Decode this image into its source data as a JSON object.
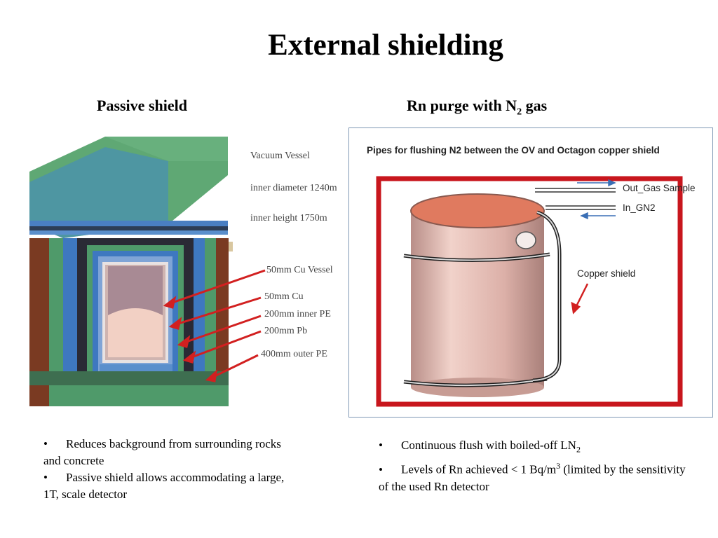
{
  "title": "External shielding",
  "left": {
    "heading": "Passive shield",
    "diagram_labels": {
      "vacuum_vessel": "Vacuum Vessel",
      "inner_diameter": "inner diameter 1240m",
      "inner_height": "inner height    1750m",
      "cu_vessel": "50mm Cu Vessel",
      "cu": "50mm Cu",
      "inner_pe": "200mm  inner PE",
      "pb": "200mm Pb",
      "outer_pe": "400mm outer PE"
    },
    "bullets": [
      "Reduces background from surrounding rocks and concrete",
      "Passive shield allows accommodating a large, 1T, scale detector"
    ]
  },
  "right": {
    "heading_main": "Rn purge with N",
    "heading_sub": "2",
    "heading_tail": " gas",
    "diagram_labels": {
      "caption": "Pipes for flushing N2 between the OV and Octagon copper shield",
      "out_gas": "Out_Gas Sample",
      "in_gn2": "In_GN2",
      "copper_shield": "Copper shield"
    },
    "bullets": [
      {
        "main": "Continuous flush with boiled-off LN",
        "sub": "2",
        "rest": ""
      },
      {
        "main": "Levels of Rn achieved < 1 Bq/m",
        "sup": "3",
        "rest": " (limited by the sensitivity of the used Rn detector"
      }
    ]
  },
  "bullet_symbol": "•",
  "colors": {
    "arrow_red": "#d22020",
    "frame_red": "#c8161d",
    "copper_top": "#e07a5f",
    "cylinder_body": "#e2b8b0",
    "shield_green": "#4f9a6a",
    "shield_blue": "#3e78c0",
    "lead_dark": "#2a2a35",
    "outer_brown": "#7a3a22"
  }
}
